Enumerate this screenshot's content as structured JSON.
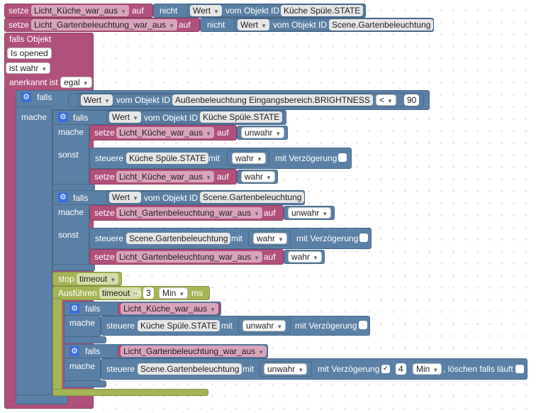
{
  "kw": {
    "set": "setze",
    "on": "auf",
    "not": "nicht",
    "value": "Wert",
    "of_object_id": "vom Objekt ID",
    "if_object": "falls Objekt",
    "is_opened": "Is opened",
    "is_true": "ist wahr",
    "acknowledged": "anerkannt ist",
    "egal": "egal",
    "if": "falls",
    "do": "mache",
    "else": "sonst",
    "control": "steuere",
    "with": "mit",
    "with_delay": "mit Verzögerung",
    "stop": "stop",
    "execute": "Ausführen",
    "in": "in",
    "ms": "ms",
    "clear_if_running": ", löschen falls läuft",
    "wahr": "wahr",
    "unwahr": "unwahr",
    "min": "Min"
  },
  "vars": {
    "kitchen": "Licht_Küche_war_aus",
    "garden": "Licht_Gartenbeleuchtung_war_aus",
    "timeout": "timeout"
  },
  "objects": {
    "kitchen_state": "Küche Spüle.STATE",
    "garden_light": "Scene.Gartenbeleuchtung",
    "entrance_brightness": "Außenbeleuchtung Eingangsbereich.BRIGHTNESS"
  },
  "compare": {
    "op": "<",
    "value": "90"
  },
  "timer": {
    "delay": "3",
    "delay2": "4"
  },
  "check": "✓"
}
